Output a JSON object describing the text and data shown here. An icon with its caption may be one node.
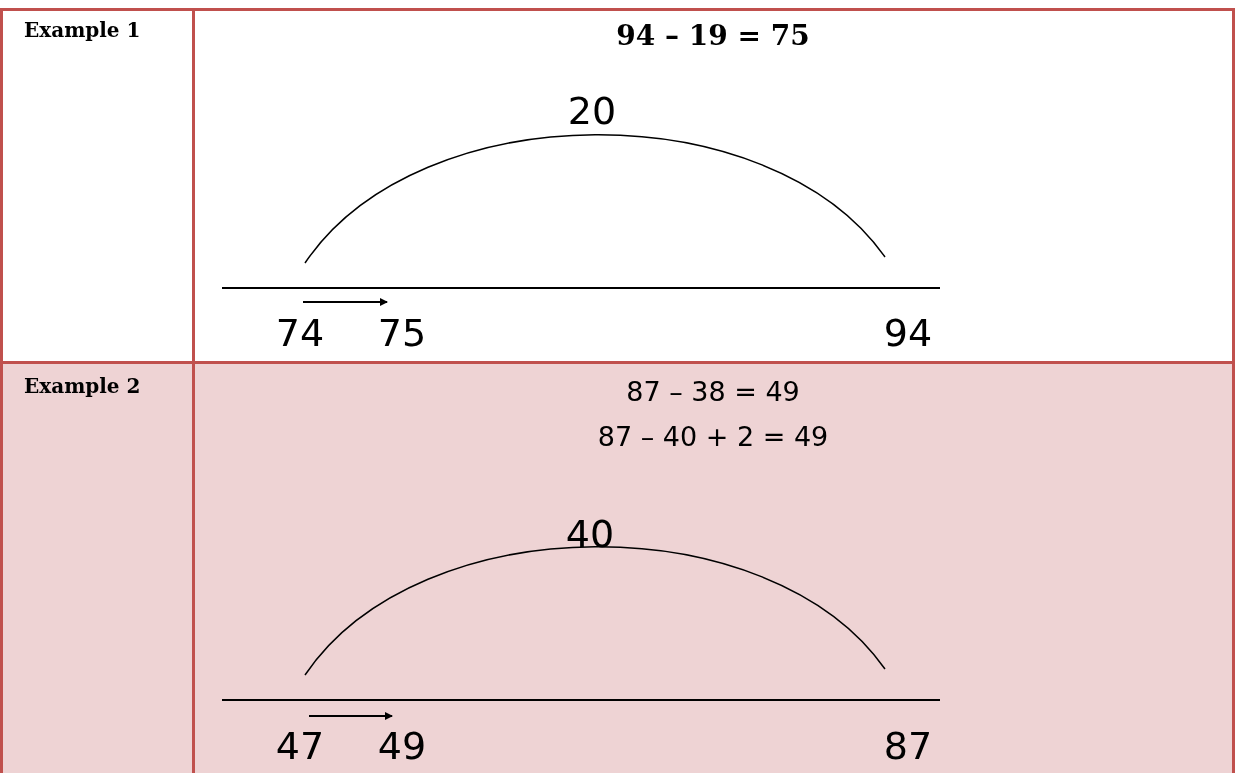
{
  "diagram": {
    "labels": [
      "Example 1",
      "94 – 19 = 75",
      "20",
      "74",
      "75",
      "94",
      "Example 2",
      "87 – 38 = 49",
      "87 – 40 + 2 = 49",
      "40",
      "47",
      "49",
      "87"
    ]
  }
}
